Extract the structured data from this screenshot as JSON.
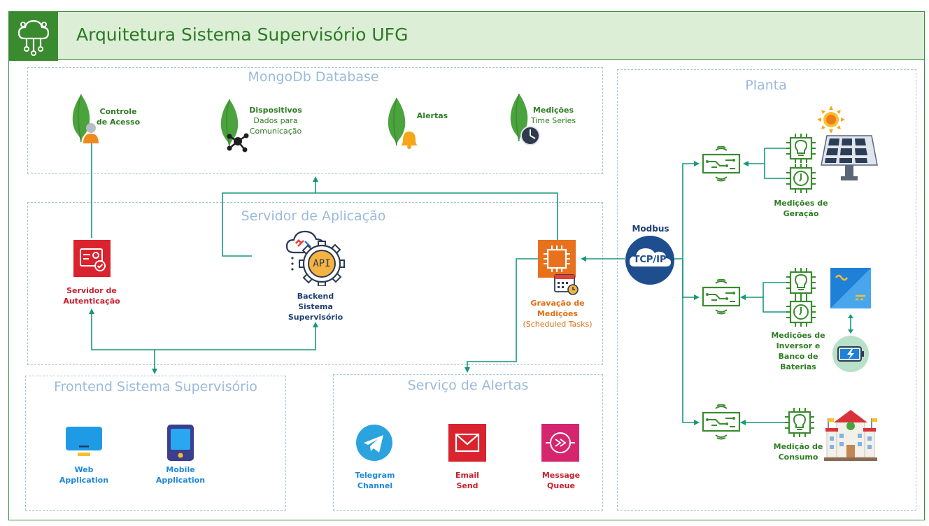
{
  "title": "Arquitetura Sistema Supervisório UFG",
  "colors": {
    "accent_green": "#2e7d23",
    "connector": "#17977c",
    "auth_red": "#c8202c",
    "orange": "#e06d10",
    "blue": "#1e88d9",
    "navy": "#1f3f73"
  },
  "groups": {
    "mongodb": "MongoDb Database",
    "server": "Servidor de Aplicação",
    "frontend": "Frontend Sistema Supervisório",
    "alerts": "Serviço de Alertas",
    "plant": "Planta"
  },
  "mongodb": {
    "access": {
      "line1": "Controle",
      "line2": "de Acesso"
    },
    "devices": {
      "title": "Dispositivos",
      "line1": "Dados para",
      "line2": "Comunicação"
    },
    "alerts": {
      "title": "Alertas"
    },
    "measurements": {
      "title": "Medições",
      "line1": "Time Series"
    }
  },
  "server": {
    "auth": {
      "line1": "Servidor de",
      "line2": "Autenticação"
    },
    "backend": {
      "api": "API",
      "line1": "Backend",
      "line2": "Sistema",
      "line3": "Supervisório"
    },
    "recorder": {
      "line1": "Gravação de",
      "line2": "Medições",
      "line3": "(Scheduled Tasks)"
    }
  },
  "frontend": {
    "web": {
      "line1": "Web",
      "line2": "Application"
    },
    "mobile": {
      "line1": "Mobile",
      "line2": "Application"
    }
  },
  "alerts": {
    "telegram": {
      "line1": "Telegram",
      "line2": "Channel"
    },
    "email": {
      "line1": "Email",
      "line2": "Send"
    },
    "queue": {
      "line1": "Message",
      "line2": "Queue"
    }
  },
  "plant": {
    "protocol_title": "Modbus",
    "protocol_badge": "TCP/IP",
    "generation": {
      "line1": "Medições de",
      "line2": "Geração"
    },
    "inverter": {
      "line1": "Medições de",
      "line2": "Inversor e",
      "line3": "Banco de",
      "line4": "Baterias"
    },
    "consumption": {
      "line1": "Medição de",
      "line2": "Consumo"
    }
  }
}
